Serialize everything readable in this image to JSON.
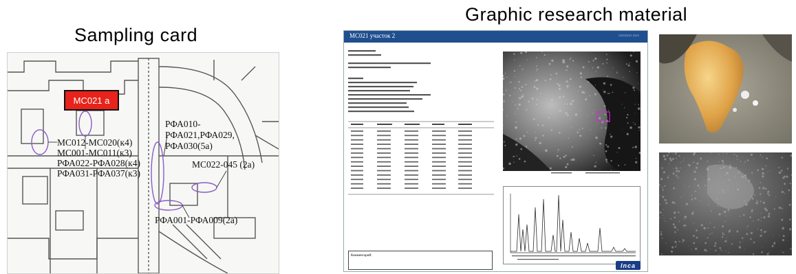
{
  "headings": {
    "sampling_card": "Sampling card",
    "graphic_research": "Graphic research material"
  },
  "sampling_card": {
    "badge": "MC021 a",
    "badge_color": "#e8231b",
    "labels": [
      "MC012-MC020(к4)",
      "MC001-MC011(к3)",
      "РФА022-РФА028(к4)",
      "РФА031-РФА037(к3)",
      "РФА010-",
      "РФА021,РФА029,",
      "РФА030(5а)",
      "MC022-045 (2а)",
      "РФА001-РФА009(2а)"
    ]
  },
  "report": {
    "title": "MC021 участок 2",
    "bar_color": "#1f4f8f",
    "comment_label": "Комментарий:",
    "logo": "Inca"
  }
}
